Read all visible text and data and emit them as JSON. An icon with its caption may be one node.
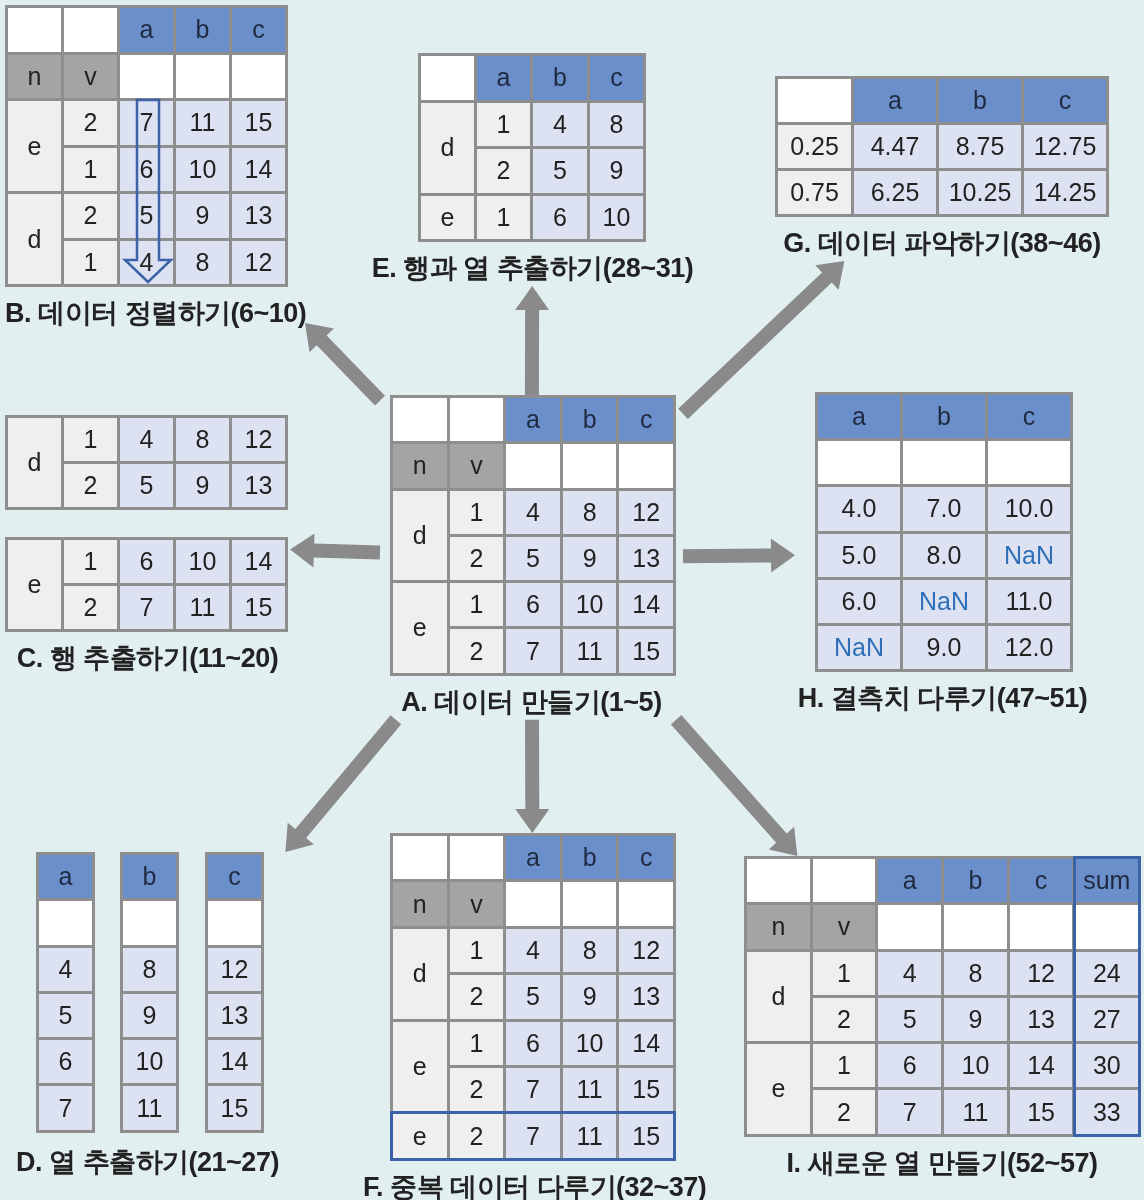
{
  "diagram": {
    "nodes": [
      {
        "text": [
          "a",
          "b",
          "c",
          "n",
          "v",
          "e",
          "2",
          "7",
          "11",
          "15",
          "1",
          "6",
          "10",
          "14",
          "d",
          "2",
          "5",
          "9",
          "13",
          "1",
          "4",
          "8",
          "12",
          "B. 데이터 정렬하기(6~10)"
        ]
      },
      {
        "text": [
          "a",
          "b",
          "c",
          "d",
          "1",
          "4",
          "8",
          "2",
          "5",
          "9",
          "e",
          "1",
          "6",
          "10",
          "E. 행과 열 추출하기(28~31)"
        ]
      },
      {
        "text": [
          "a",
          "b",
          "c",
          "0.25",
          "4.47",
          "8.75",
          "12.75",
          "0.75",
          "6.25",
          "10.25",
          "14.25",
          "G. 데이터 파악하기(38~46)"
        ]
      },
      {
        "text": [
          "C. 행 추출하기(11~20)"
        ]
      },
      {
        "text": [
          "d",
          "1",
          "4",
          "8",
          "12",
          "2",
          "5",
          "9",
          "13"
        ],
        "in": 3
      },
      {
        "text": [
          "e",
          "1",
          "6",
          "10",
          "14",
          "2",
          "7",
          "11",
          "15"
        ],
        "in": 3
      },
      {
        "text": [
          "a",
          "b",
          "c",
          "n",
          "v",
          "d",
          "1",
          "4",
          "8",
          "12",
          "2",
          "5",
          "9",
          "13",
          "e",
          "1",
          "6",
          "10",
          "14",
          "2",
          "7",
          "11",
          "15",
          "A. 데이터 만들기(1~5)"
        ]
      },
      {
        "text": [
          "a",
          "b",
          "c",
          "4.0",
          "7.0",
          "10.0",
          "5.0",
          "8.0",
          "NaN",
          "6.0",
          "NaN",
          "11.0",
          "NaN",
          "9.0",
          "12.0",
          "H. 결측치 다루기(47~51)"
        ]
      },
      {
        "text": [
          "D. 열 추출하기(21~27)"
        ]
      },
      {
        "text": [
          "a",
          "4",
          "5",
          "6",
          "7"
        ],
        "in": 8
      },
      {
        "text": [
          "b",
          "8",
          "9",
          "10",
          "11"
        ],
        "in": 8
      },
      {
        "text": [
          "c",
          "12",
          "13",
          "14",
          "15"
        ],
        "in": 8
      },
      {
        "text": [
          "a",
          "b",
          "c",
          "n",
          "v",
          "d",
          "1",
          "4",
          "8",
          "12",
          "2",
          "5",
          "9",
          "13",
          "e",
          "1",
          "6",
          "10",
          "14",
          "2",
          "7",
          "11",
          "15",
          "e",
          "2",
          "7",
          "11",
          "15",
          "F. 중복 데이터 다루기(32~37)"
        ]
      },
      {
        "text": [
          "a",
          "b",
          "c",
          "sum",
          "n",
          "v",
          "d",
          "1",
          "4",
          "8",
          "12",
          "24",
          "2",
          "5",
          "9",
          "13",
          "27",
          "e",
          "1",
          "6",
          "10",
          "14",
          "30",
          "2",
          "7",
          "11",
          "15",
          "33",
          "I. 새로운 열 만들기(52~57)"
        ]
      }
    ],
    "edges": [
      {
        "from": 6,
        "to": 0,
        "arrow": "to"
      },
      {
        "from": 6,
        "to": 1,
        "arrow": "to"
      },
      {
        "from": 6,
        "to": 2,
        "arrow": "to"
      },
      {
        "from": 6,
        "to": 3,
        "arrow": "to"
      },
      {
        "from": 6,
        "to": 7,
        "arrow": "to"
      },
      {
        "from": 6,
        "to": 8,
        "arrow": "to"
      },
      {
        "from": 6,
        "to": 12,
        "arrow": "to"
      },
      {
        "from": 6,
        "to": 13,
        "arrow": "to"
      }
    ]
  }
}
